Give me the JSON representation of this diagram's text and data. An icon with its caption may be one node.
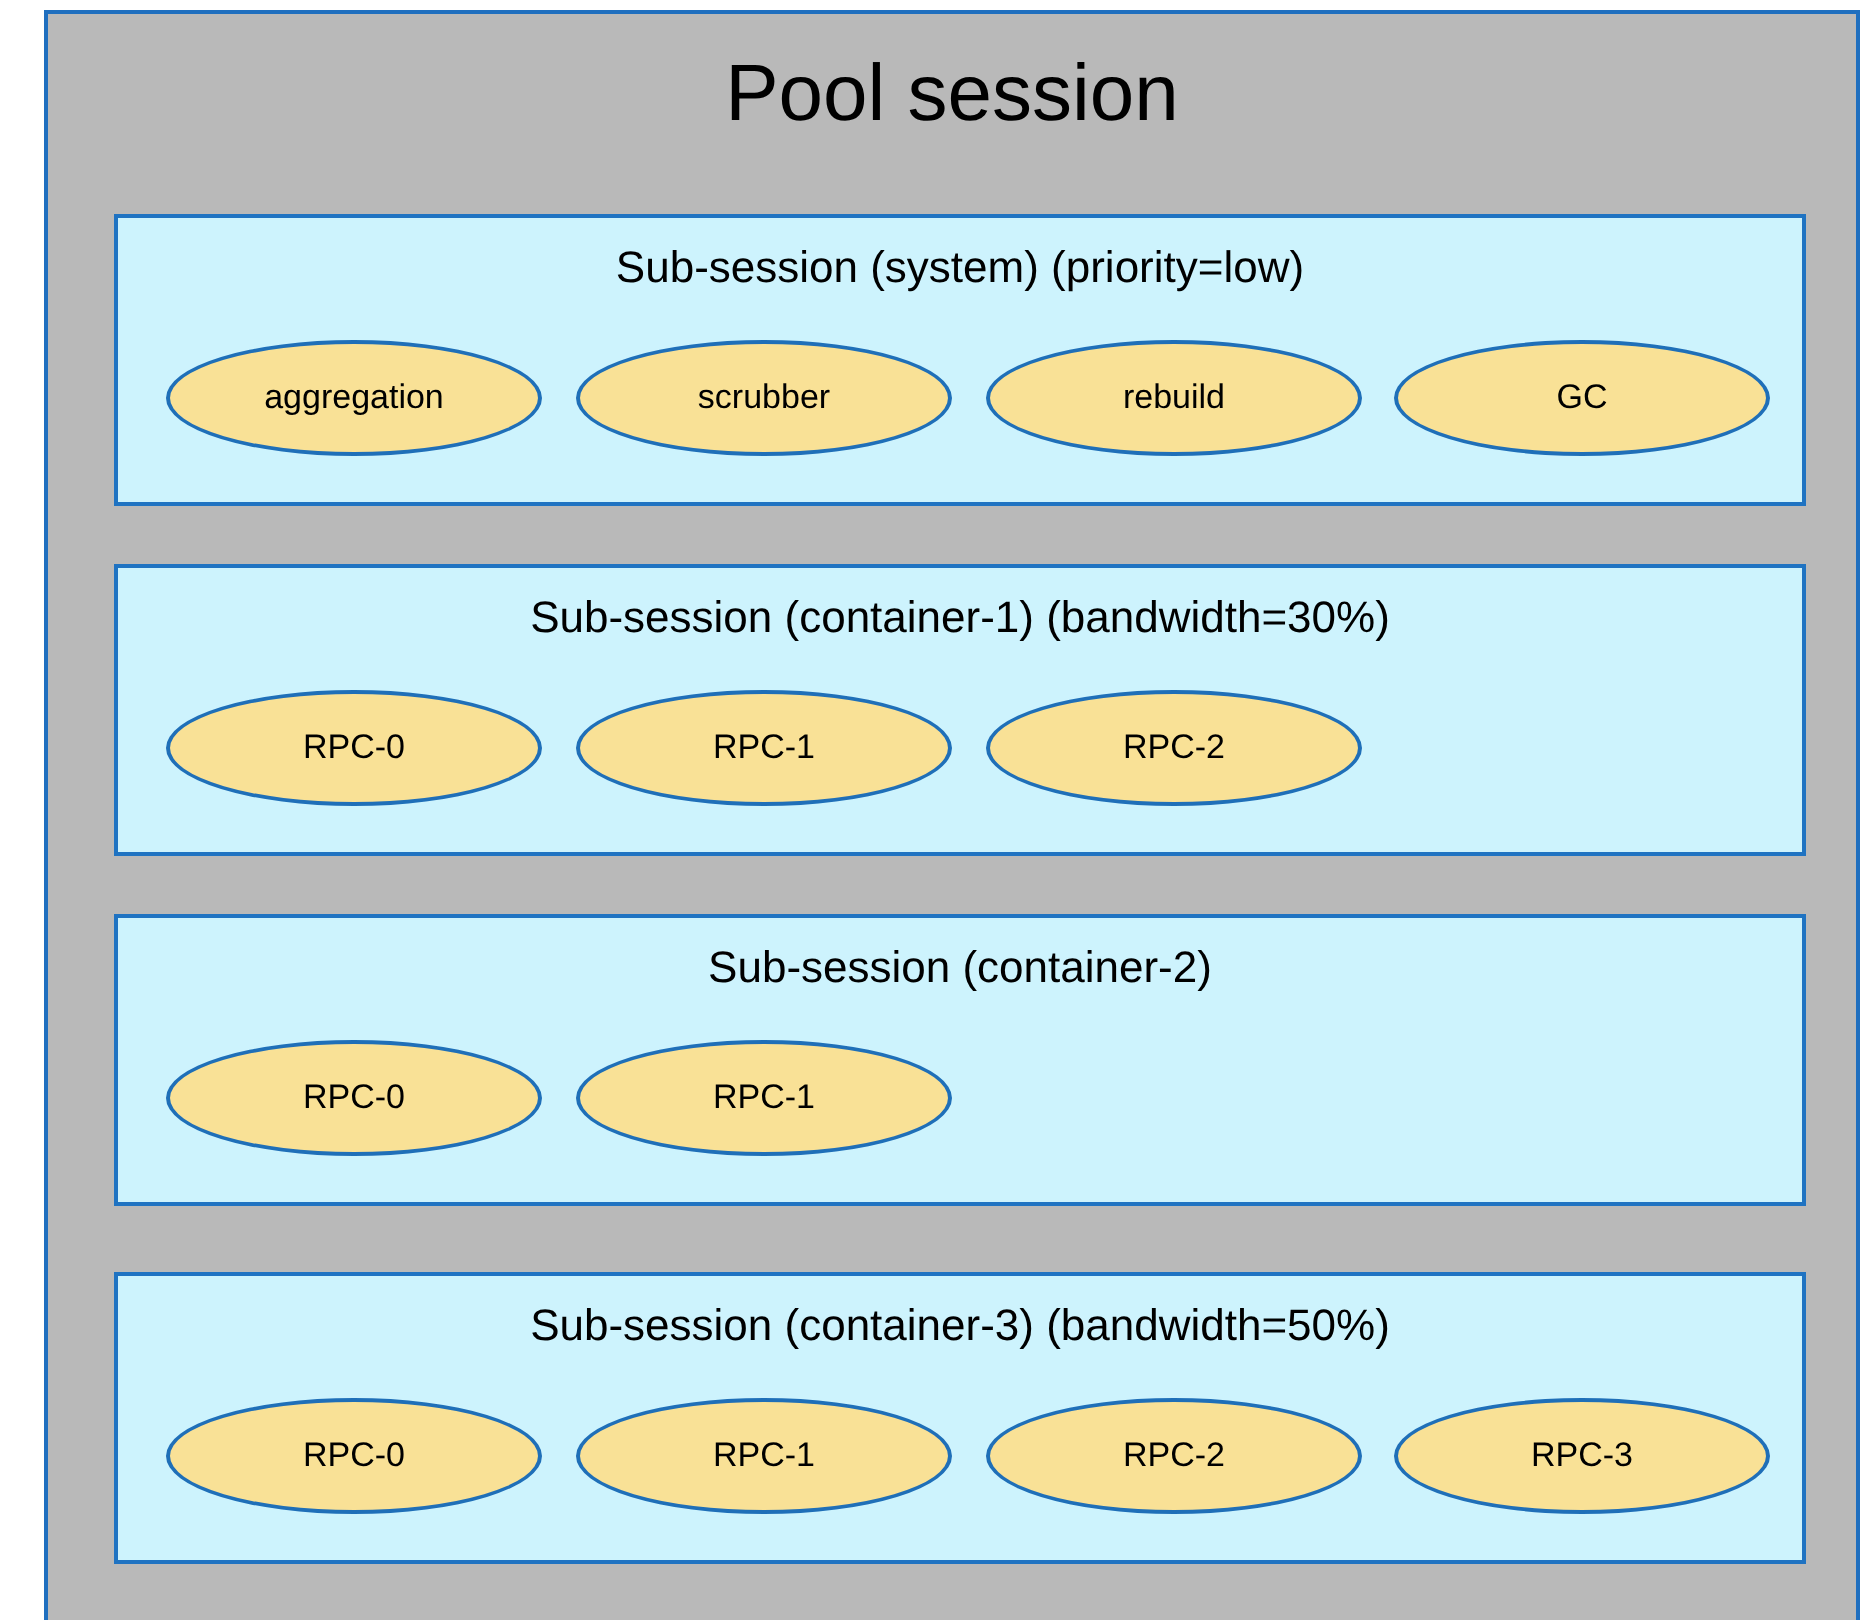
{
  "diagram": {
    "nodes": [
      {
        "text": [
          "Pool session"
        ]
      },
      {
        "text": [
          "Sub-session (system) (priority=low)"
        ],
        "in": 0
      },
      {
        "text": [
          "aggregation"
        ],
        "in": 1
      },
      {
        "text": [
          "scrubber"
        ],
        "in": 1
      },
      {
        "text": [
          "rebuild"
        ],
        "in": 1
      },
      {
        "text": [
          "GC"
        ],
        "in": 1
      },
      {
        "text": [
          "Sub-session (container-1) (bandwidth=30%)"
        ],
        "in": 0
      },
      {
        "text": [
          "RPC-0"
        ],
        "in": 6
      },
      {
        "text": [
          "RPC-1"
        ],
        "in": 6
      },
      {
        "text": [
          "RPC-2"
        ],
        "in": 6
      },
      {
        "text": [
          "Sub-session (container-2)"
        ],
        "in": 0
      },
      {
        "text": [
          "RPC-0"
        ],
        "in": 10
      },
      {
        "text": [
          "RPC-1"
        ],
        "in": 10
      },
      {
        "text": [
          "Sub-session (container-3) (bandwidth=50%)"
        ],
        "in": 0
      },
      {
        "text": [
          "RPC-0"
        ],
        "in": 13
      },
      {
        "text": [
          "RPC-1"
        ],
        "in": 13
      },
      {
        "text": [
          "RPC-2"
        ],
        "in": 13
      },
      {
        "text": [
          "RPC-3"
        ],
        "in": 13
      }
    ]
  }
}
